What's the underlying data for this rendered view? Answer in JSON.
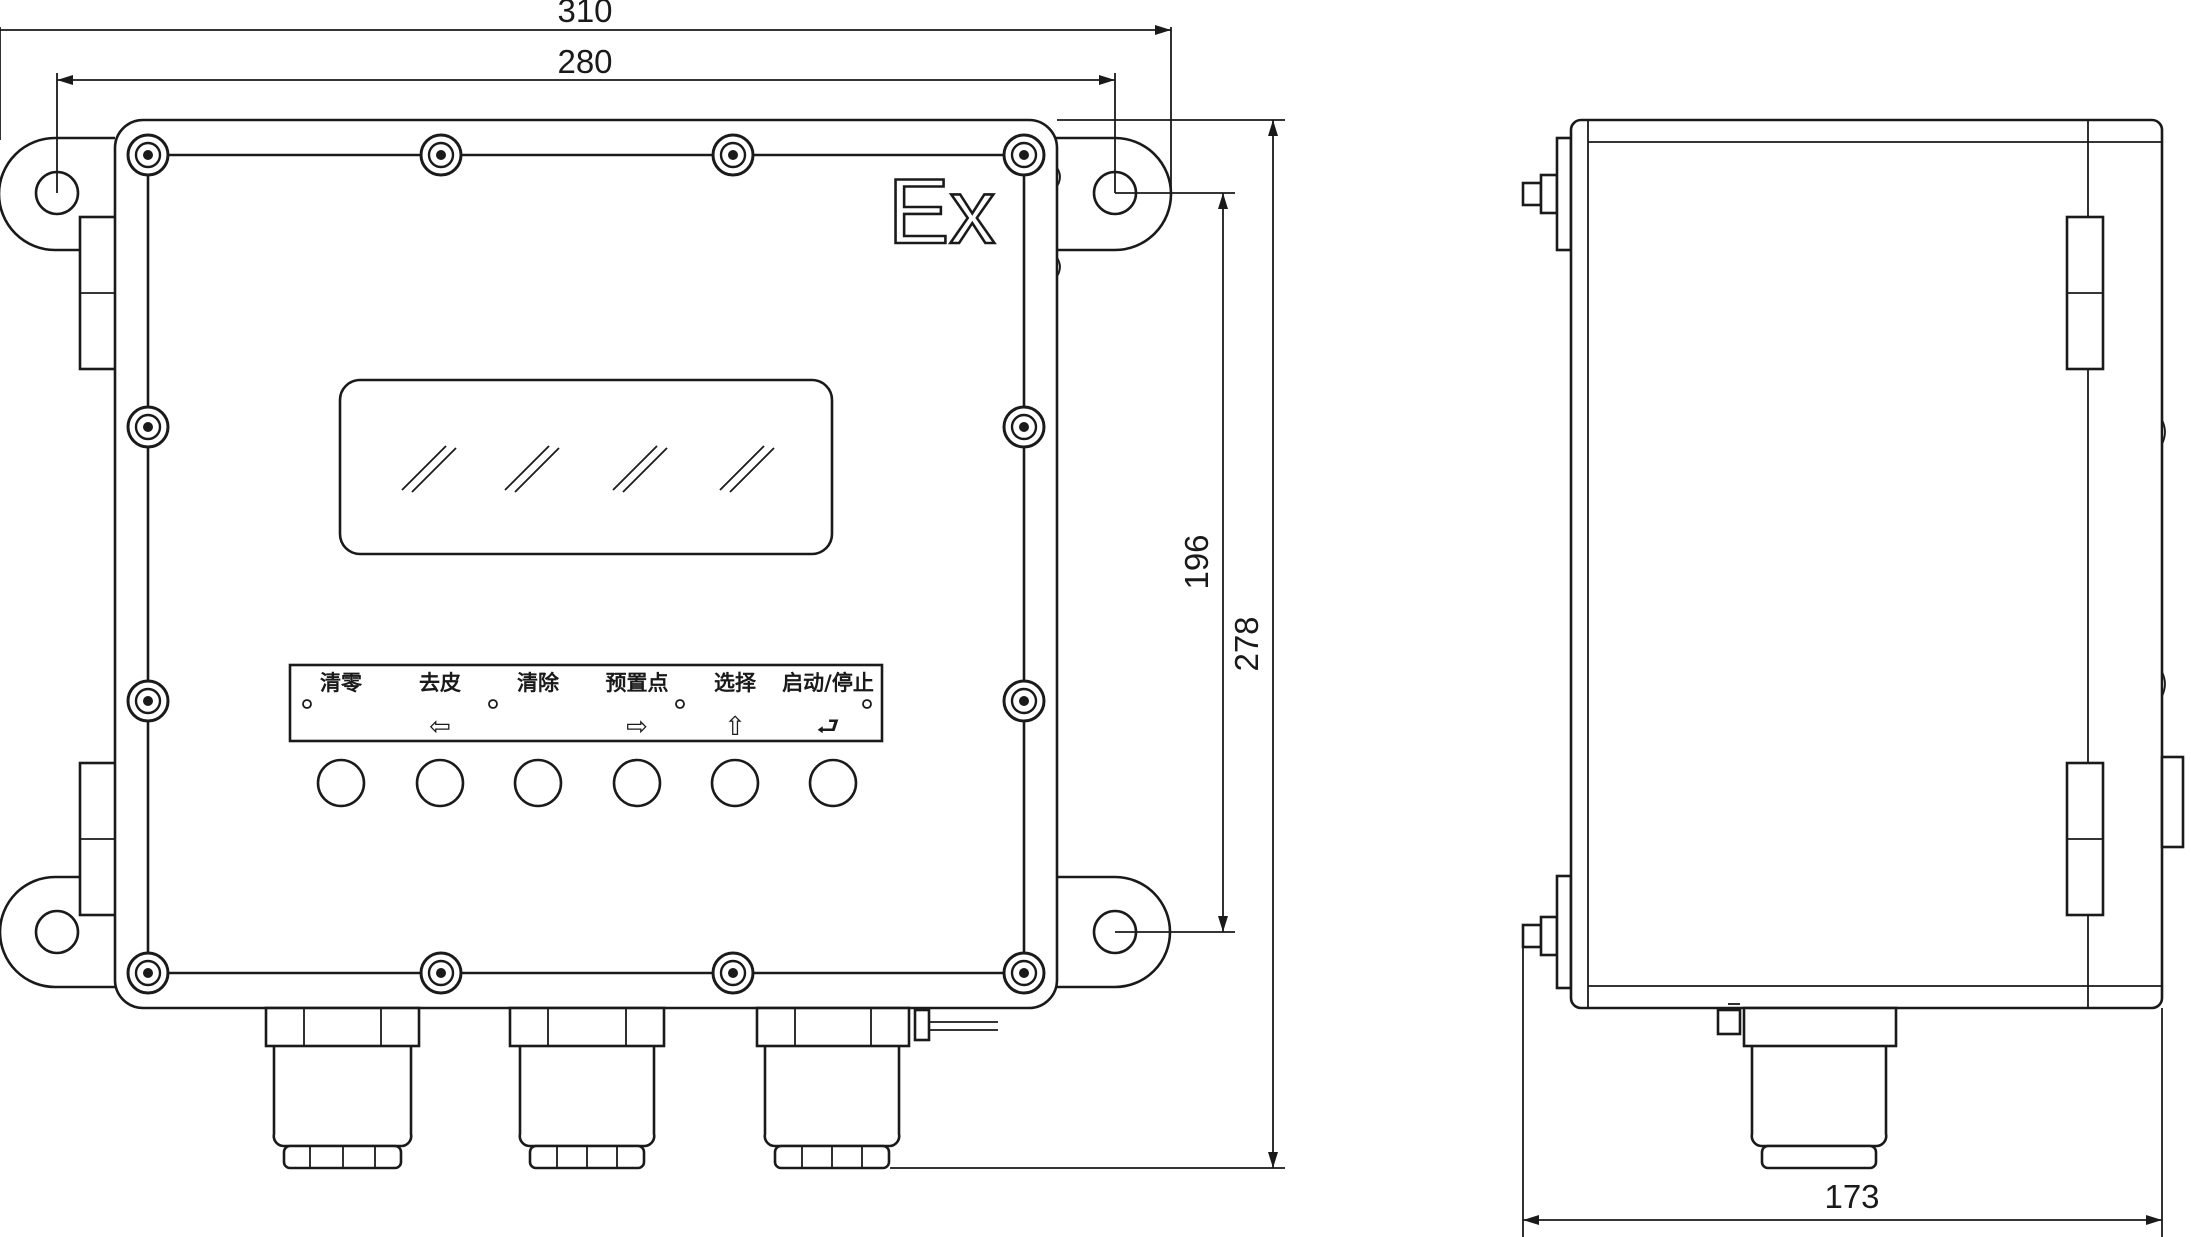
{
  "dimensions": {
    "overall_width": "310",
    "mount_spacing_horizontal": "280",
    "mount_spacing_vertical": "196",
    "overall_height": "278",
    "side_depth": "173"
  },
  "ex_mark": "Ex",
  "keys": [
    {
      "label": "清零",
      "arrow": ""
    },
    {
      "label": "去皮",
      "arrow": "⇦"
    },
    {
      "label": "清除",
      "arrow": ""
    },
    {
      "label": "预置点",
      "arrow": "⇨"
    },
    {
      "label": "选择",
      "arrow": "⇧"
    },
    {
      "label": "启动/停止",
      "arrow": "⮐"
    }
  ]
}
